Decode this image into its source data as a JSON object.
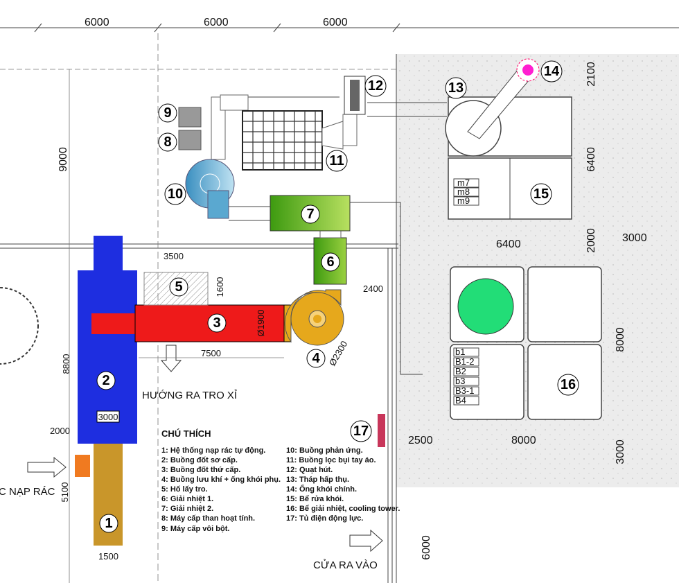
{
  "colors": {
    "chamber1": "#c9962a",
    "chamber2": "#1e2ee0",
    "chamber3": "#ee1a1a",
    "chamber4": "#e6a81c",
    "cooler": "#5aa820",
    "fan10": "#5aa8d0",
    "stack": "#ff1fd0",
    "pool": "#22dd77",
    "panel": "#c8365a",
    "ground": "#ececec"
  },
  "dimensions": {
    "top": [
      "6000",
      "6000",
      "6000"
    ],
    "d9000": "9000",
    "d8800": "8800",
    "d5100": "5100",
    "d2000l": "2000",
    "d1500": "1500",
    "d3000b": "3000",
    "d3500": "3500",
    "d1600": "1600",
    "d7500": "7500",
    "d1900": "Ø1900",
    "d2400": "2400",
    "d2300": "Ø2300",
    "d2100": "2100",
    "d6400v": "6400",
    "d6400h": "6400",
    "d2000r": "2000",
    "d3000r": "3000",
    "d8000v": "8000",
    "d2500": "2500",
    "d8000h": "8000",
    "d3000v": "3000",
    "d6000v": "6000"
  },
  "labels": [
    "1",
    "2",
    "3",
    "4",
    "5",
    "6",
    "7",
    "8",
    "9",
    "10",
    "11",
    "12",
    "13",
    "14",
    "15",
    "16",
    "17"
  ],
  "tanks15": [
    "m7",
    "m8",
    "m9"
  ],
  "tanks16": [
    "b1",
    "B1-2",
    "B2",
    "b3",
    "B3-1",
    "B4"
  ],
  "annotations": {
    "ash_exit": "HƯỚNG RA TRO XỈ",
    "entrance": "CỬA RA VÀO",
    "feed": "C NẠP RÁC"
  },
  "legend": {
    "title": "CHÚ THÍCH",
    "items": [
      "1: Hệ thống nạp rác tự động.",
      "2: Buồng đốt sơ cấp.",
      "3: Buồng đốt thứ cấp.",
      "4: Buồng lưu khí + ống khói phụ.",
      "5: Hố lấy tro.",
      "6: Giải nhiệt 1.",
      "7: Giải nhiệt 2.",
      "8: Máy cấp than hoạt tính.",
      "9: Máy cấp vôi bột.",
      "10: Buồng phản ứng.",
      "11: Buồng lọc bụi tay áo.",
      "12: Quạt hút.",
      "13: Tháp hấp thụ.",
      "14: Ống khói chính.",
      "15: Bể rửa khói.",
      "16: Bể giải nhiệt, cooling tower.",
      "17: Tủ điện động lực."
    ]
  }
}
